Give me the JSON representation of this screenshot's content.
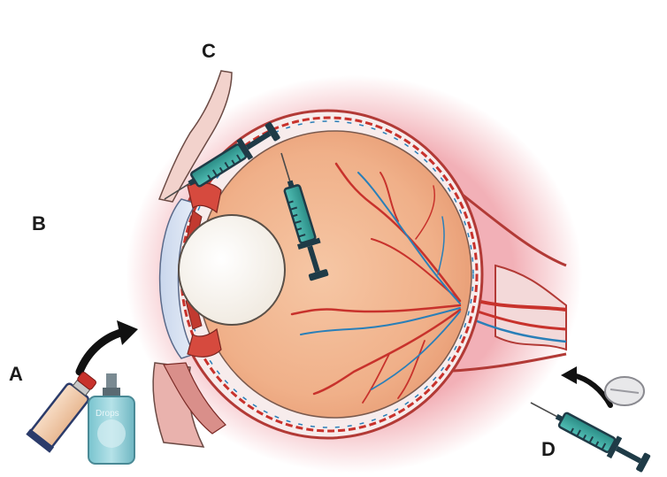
{
  "labels": {
    "a": "A",
    "b": "B",
    "c": "C",
    "d": "D"
  },
  "bottle_text": "Drops",
  "colors": {
    "sclera": "#f7ecec",
    "eyeball": "#f1b48c",
    "vessel_red": "#c8322c",
    "vessel_blue": "#2a7fb8",
    "halo": "#e8707c",
    "syringe_fluid": "#3aa8a0",
    "syringe_body": "#1f3b47"
  }
}
